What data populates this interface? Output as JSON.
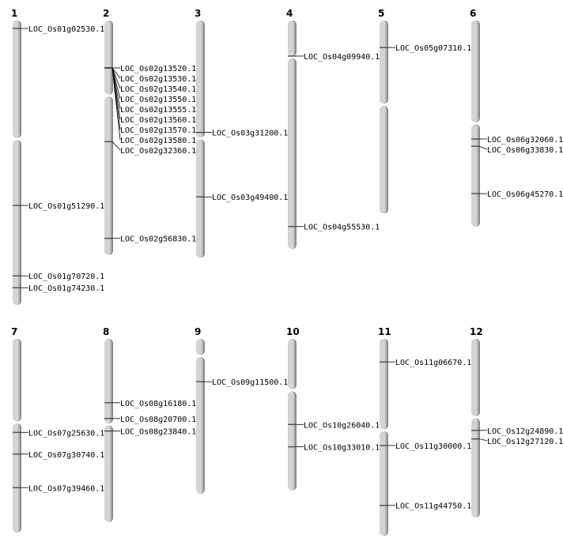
{
  "title": "Chromosome map",
  "scale_unit": "Mb",
  "colors": {
    "chromosome": "#d4d4d4",
    "chromosome_shadow": "#8a8a8a",
    "marker": "#444444",
    "text": "#000000"
  },
  "chromosomes": [
    {
      "name": "1",
      "length": 43.2,
      "centromere": 18.0,
      "genes": [
        {
          "id": "LOC_Os01g02530.1",
          "pos": 1.2
        },
        {
          "id": "LOC_Os01g51290.1",
          "pos": 28.1
        },
        {
          "id": "LOC_Os01g70720.1",
          "pos": 38.8
        },
        {
          "id": "LOC_Os01g74230.1",
          "pos": 40.6
        }
      ]
    },
    {
      "name": "2",
      "length": 35.6,
      "centromere": 11.4,
      "genes": [
        {
          "id": "LOC_Os02g13520.1",
          "pos": 7.2
        },
        {
          "id": "LOC_Os02g13530.1",
          "pos": 7.2
        },
        {
          "id": "LOC_Os02g13540.1",
          "pos": 7.2
        },
        {
          "id": "LOC_Os02g13550.1",
          "pos": 7.2
        },
        {
          "id": "LOC_Os02g13555.1",
          "pos": 7.2
        },
        {
          "id": "LOC_Os02g13560.1",
          "pos": 7.2
        },
        {
          "id": "LOC_Os02g13570.1",
          "pos": 7.2
        },
        {
          "id": "LOC_Os02g13580.1",
          "pos": 7.2
        },
        {
          "id": "LOC_Os02g32360.1",
          "pos": 18.4
        },
        {
          "id": "LOC_Os02g56830.1",
          "pos": 33.1
        }
      ]
    },
    {
      "name": "3",
      "length": 36.0,
      "centromere": 17.9,
      "genes": [
        {
          "id": "LOC_Os03g31200.1",
          "pos": 17.0
        },
        {
          "id": "LOC_Os03g49400.1",
          "pos": 26.8
        }
      ]
    },
    {
      "name": "4",
      "length": 34.7,
      "centromere": 5.6,
      "genes": [
        {
          "id": "LOC_Os04g09940.1",
          "pos": 5.4
        },
        {
          "id": "LOC_Os04g55530.1",
          "pos": 31.3
        }
      ]
    },
    {
      "name": "5",
      "length": 29.3,
      "centromere": 12.8,
      "genes": [
        {
          "id": "LOC_Os05g07310.1",
          "pos": 4.1
        }
      ]
    },
    {
      "name": "6",
      "length": 31.3,
      "centromere": 15.6,
      "genes": [
        {
          "id": "LOC_Os06g32060.1",
          "pos": 18.0
        },
        {
          "id": "LOC_Os06g33830.1",
          "pos": 19.1
        },
        {
          "id": "LOC_Os06g45270.1",
          "pos": 26.3
        }
      ]
    },
    {
      "name": "7",
      "length": 29.4,
      "centromere": 12.7,
      "genes": [
        {
          "id": "LOC_Os07g25630.1",
          "pos": 14.2
        },
        {
          "id": "LOC_Os07g30740.1",
          "pos": 17.5
        },
        {
          "id": "LOC_Os07g39460.1",
          "pos": 22.6
        }
      ]
    },
    {
      "name": "8",
      "length": 27.8,
      "centromere": 13.0,
      "genes": [
        {
          "id": "LOC_Os08g16180.1",
          "pos": 9.7
        },
        {
          "id": "LOC_Os08g20700.1",
          "pos": 12.1
        },
        {
          "id": "LOC_Os08g23840.1",
          "pos": 14.0
        }
      ]
    },
    {
      "name": "9",
      "length": 23.5,
      "centromere": 2.6,
      "genes": [
        {
          "id": "LOC_Os09g11500.1",
          "pos": 6.5
        }
      ]
    },
    {
      "name": "10",
      "length": 23.0,
      "centromere": 7.8,
      "genes": [
        {
          "id": "LOC_Os10g26040.1",
          "pos": 13.0
        },
        {
          "id": "LOC_Os10g33010.1",
          "pos": 16.4
        }
      ]
    },
    {
      "name": "11",
      "length": 29.9,
      "centromere": 13.9,
      "genes": [
        {
          "id": "LOC_Os11g06670.1",
          "pos": 3.5
        },
        {
          "id": "LOC_Os11g30000.1",
          "pos": 16.2
        },
        {
          "id": "LOC_Os11g44750.1",
          "pos": 25.3
        }
      ]
    },
    {
      "name": "12",
      "length": 27.1,
      "centromere": 11.9,
      "genes": [
        {
          "id": "LOC_Os12g24890.1",
          "pos": 13.9
        },
        {
          "id": "LOC_Os12g27120.1",
          "pos": 15.2
        }
      ]
    }
  ]
}
